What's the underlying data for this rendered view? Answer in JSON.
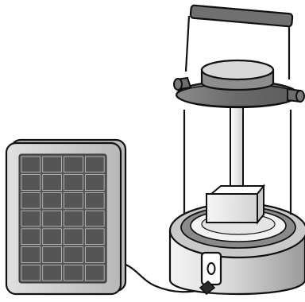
{
  "scene": {
    "subjects": [
      "solar-panel",
      "camping-lantern",
      "charging-cable"
    ],
    "solar_panel": {
      "cell_rows": 7,
      "cell_columns": 4,
      "frame_color": "#d6d6d6",
      "cell_color": "#555555",
      "grid_line_color": "#e8e8e8"
    },
    "lantern": {
      "handle_color": "#707070",
      "cap_color": "#6c6c6c",
      "base_color": "#d4d4d4",
      "port_color": "#ffffff"
    },
    "outline_color": "#111111"
  }
}
